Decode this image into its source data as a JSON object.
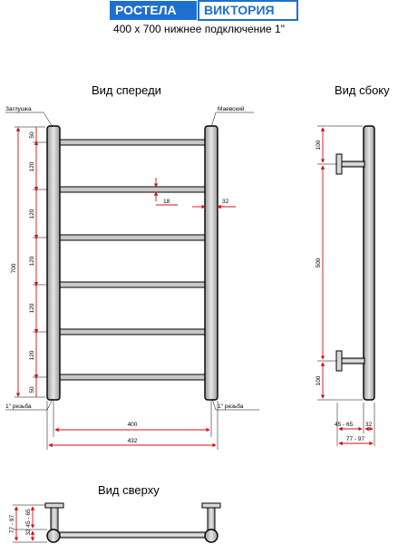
{
  "header": {
    "brand": "РОСТЕЛА",
    "model": "ВИКТОРИЯ",
    "subtitle": "400 x 700 нижнее подключение 1\""
  },
  "front": {
    "title": "Вид спереди",
    "plug_label": "Заглушка",
    "valve_label": "Маевский",
    "thread_left": "1'' резьба",
    "thread_right": "1'' резьба",
    "height_total": "700",
    "spacing_top": "50",
    "spacing_1": "120",
    "spacing_2": "120",
    "spacing_3": "120",
    "spacing_4": "120",
    "spacing_5": "120",
    "spacing_bottom": "50",
    "bar_diameter": "18",
    "pipe_diameter": "32",
    "width_centers": "400",
    "width_total": "432"
  },
  "side": {
    "title": "Вид сбоку",
    "top_offset": "100",
    "middle": "500",
    "bottom_offset": "100",
    "wall_distance": "45 - 65",
    "pipe_diameter": "32",
    "depth_total": "77 - 97"
  },
  "top": {
    "title": "Вид сверху",
    "depth_total": "77 - 97",
    "wall_distance": "32 45 - 65"
  },
  "colors": {
    "brand_blue": "#1f6fd0",
    "dimension_red": "#d01010",
    "metal_grey": "#c6c6c6"
  }
}
